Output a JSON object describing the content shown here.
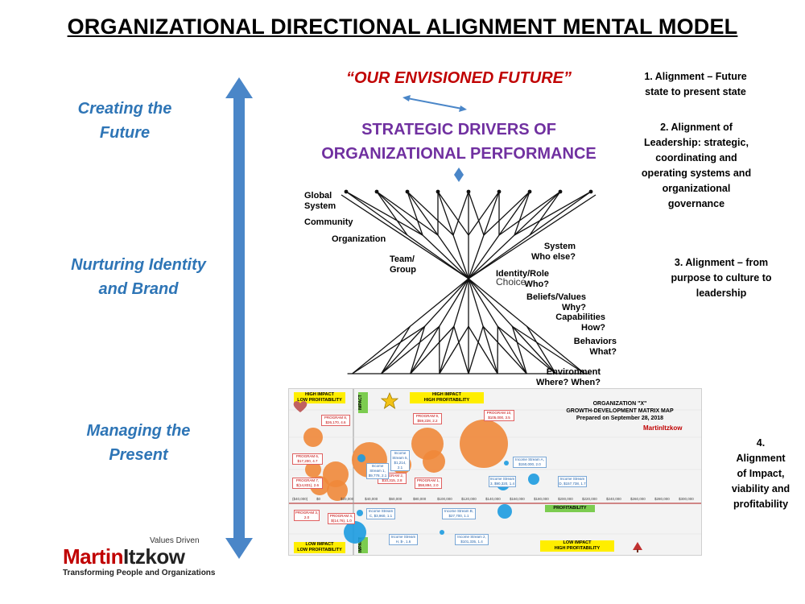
{
  "title": "ORGANIZATIONAL DIRECTIONAL ALIGNMENT MENTAL MODEL",
  "left_labels": {
    "creating": [
      "Creating the",
      "Future"
    ],
    "nurturing": [
      "Nurturing Identity",
      "and Brand"
    ],
    "managing": [
      "Managing the",
      "Present"
    ]
  },
  "center": {
    "future": "“OUR ENVISIONED FUTURE”",
    "drivers": [
      "STRATEGIC DRIVERS OF",
      "ORGANIZATIONAL PERFORMANCE"
    ]
  },
  "network": {
    "left_labels": [
      "Global",
      "System",
      "Community",
      "Organization",
      "Team/",
      "Group"
    ],
    "right_labels": [
      "System",
      "Who else?",
      "Identity/Role",
      "Who?",
      "Choice",
      "Beliefs/Values",
      "Why?",
      "Capabilities",
      "How?",
      "Behaviors",
      "What?",
      "Environment",
      "Where? When?"
    ]
  },
  "right_notes": {
    "n1": [
      "1. Alignment – Future",
      "state to present state"
    ],
    "n2": [
      "2. Alignment of",
      "Leadership: strategic,",
      "coordinating and",
      "operating systems and",
      "organizational",
      "governance"
    ],
    "n3": [
      "3. Alignment – from",
      "purpose to culture to",
      "leadership"
    ],
    "n4": [
      "4.",
      "Alignment",
      "of Impact,",
      "viability and",
      "profitability"
    ]
  },
  "matrix": {
    "hi_lo": [
      "HIGH IMPACT",
      "LOW PROFITABILITY"
    ],
    "hi_hi": [
      "HIGH IMPACT",
      "HIGH PROFITABILITY"
    ],
    "lo_lo": [
      "LOW IMPACT",
      "LOW PROFITABILITY"
    ],
    "lo_hi": [
      "LOW IMPACT",
      "HIGH PROFITABILITY"
    ],
    "header": [
      "ORGANIZATION \"X\"",
      "GROWTH-DEVELOPMENT MATRIX MAP",
      "Prepared on September 28, 2018"
    ],
    "impact_axis": "IMPACT",
    "profit_axis": "PROFITABILITY",
    "brand": "MartinItzkow",
    "x_ticks": [
      "($40,000)",
      "$0",
      "$20,000",
      "$40,000",
      "$60,000",
      "$80,000",
      "$100,000",
      "$120,000",
      "$140,000",
      "$160,000",
      "$180,000",
      "$200,000",
      "$220,000",
      "$240,000",
      "$260,000",
      "$280,000",
      "$300,000"
    ],
    "programs": [
      "PROGRAM 8, $26,170, 4.6",
      "PROGRAM 9, $59,228, 2.2",
      "PROGRAM 10, $105,000, 3.5",
      "PROGRAM 6, $17,200, 4.7",
      "PROGRAM 7, $(14,831), 2.6",
      "PROGRAM 2, $10,315, 2.8",
      "PROGRAM 1, $58,894, 2.0",
      "PROGRAM 3, 2.0",
      "PROGRAM 4, $(14,76), 1.0"
    ],
    "income": [
      "Income Stream 5, $1,214, 2.1",
      "Income Stream A, $150,000, 2.0",
      "Income Stream 3, $90,320, 1.4",
      "Income Stream D, $157,738, 1.7",
      "Income Stream 1, $9,778, 2.1",
      "Income Stream C, $3,960, 1.1",
      "Income Stream B, $27,700, 1.1",
      "Income Stream H, $-, 1.6",
      "Income Stream 2, $101,335, 1.4"
    ]
  },
  "logo": {
    "tagline": "Values Driven",
    "name_a": "Martin",
    "name_b": "Itzkow",
    "sub": "Transforming People and Organizations"
  },
  "colors": {
    "arrow_blue": "#4a86c8",
    "future_red": "#c00000",
    "drivers_purple": "#7030a0",
    "left_blue": "#2e75b6",
    "bubble_orange": "#f0883a",
    "bubble_blue": "#1c9be0"
  }
}
